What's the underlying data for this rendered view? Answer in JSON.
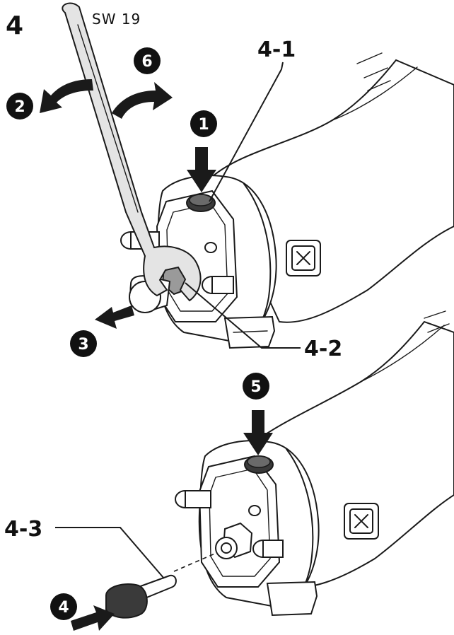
{
  "step_number": "4",
  "tool_size": "SW 19",
  "parts": {
    "p1": "4-1",
    "p2": "4-2",
    "p3": "4-3"
  },
  "steps": {
    "s1": "1",
    "s2": "2",
    "s3": "3",
    "s4": "4",
    "s5": "5",
    "s6": "6"
  },
  "colors": {
    "ink": "#1a1a1a",
    "badge": "#111111",
    "wrench": "#e4e4e4",
    "bolt": "#3a3a3a"
  }
}
